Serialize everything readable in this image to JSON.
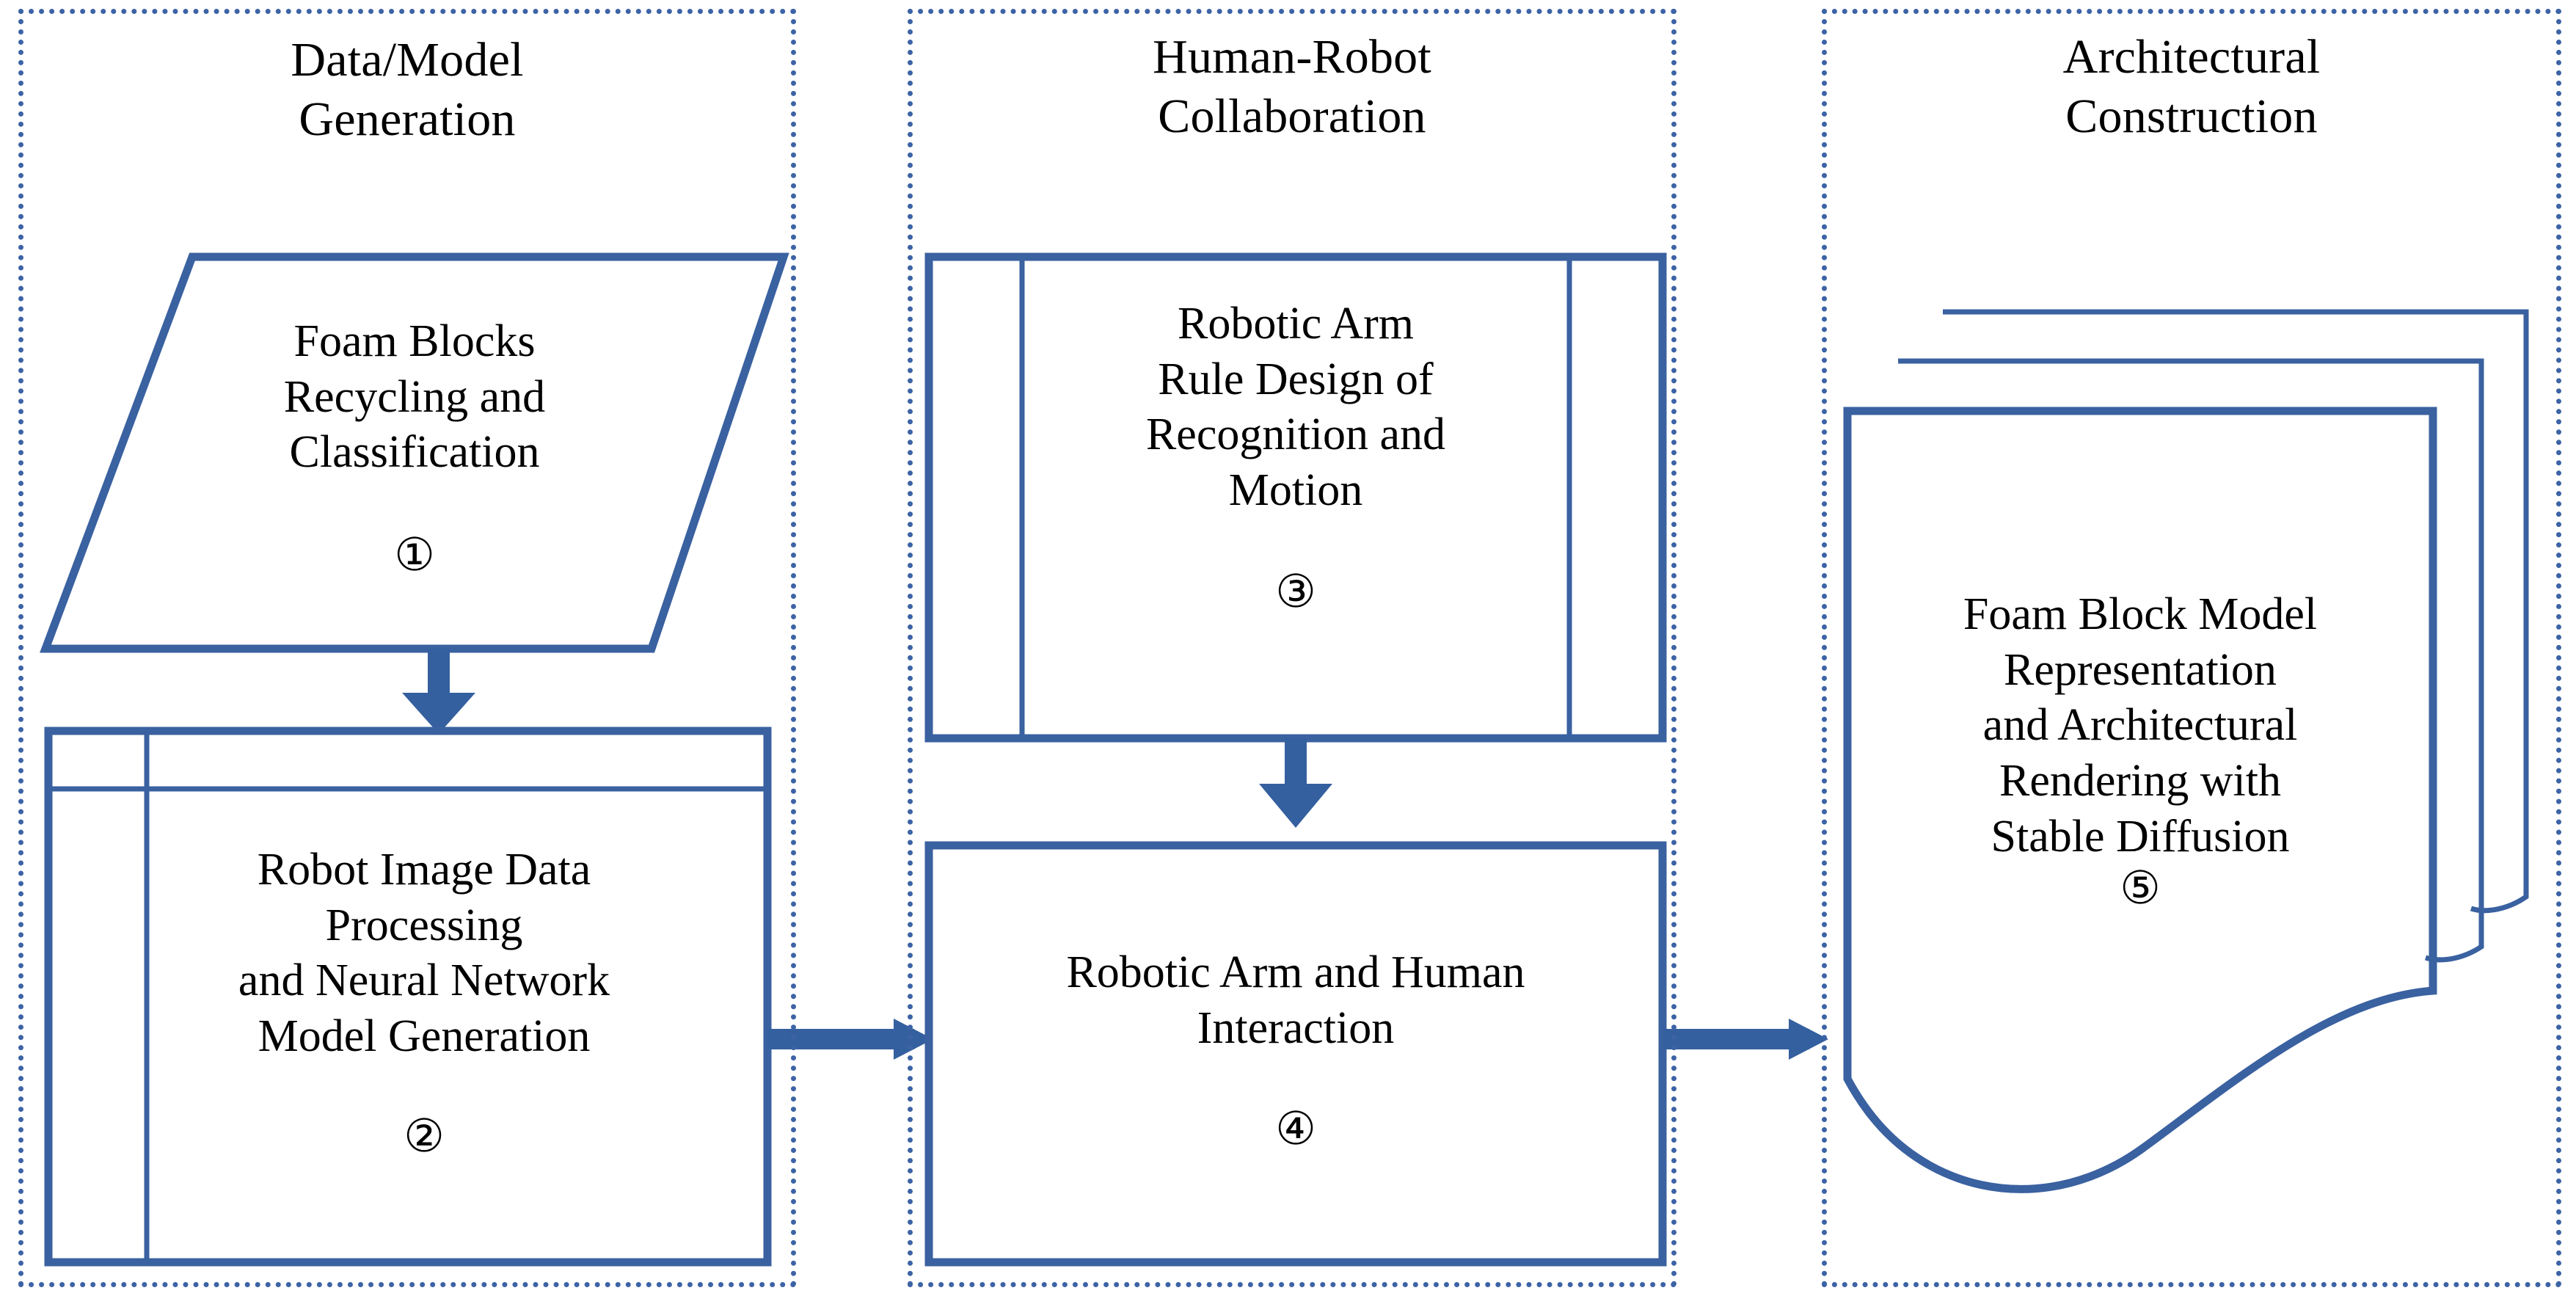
{
  "diagram": {
    "title": "Foam block robotic construction workflow",
    "accent_color": "#3a61a0",
    "panel_border_color": "#3c63a5",
    "text_color": "#000000",
    "background": "#ffffff"
  },
  "panels": [
    {
      "id": "data-model-generation",
      "title": "Data/Model\nGeneration"
    },
    {
      "id": "human-robot-collaboration",
      "title": "Human-Robot\nCollaboration"
    },
    {
      "id": "architectural-construction",
      "title": "Architectural\nConstruction"
    }
  ],
  "nodes": [
    {
      "id": "foam-blocks-recycling",
      "shape": "parallelogram",
      "label": "Foam Blocks\nRecycling and\nClassification",
      "number": "①",
      "panel": "data-model-generation"
    },
    {
      "id": "robot-image-data-processing",
      "shape": "table",
      "label": "Robot Image Data\nProcessing\nand Neural Network\nModel Generation",
      "number": "②",
      "panel": "data-model-generation"
    },
    {
      "id": "robotic-arm-rule-design",
      "shape": "process",
      "label": "Robotic Arm\nRule Design of\nRecognition and\nMotion",
      "number": "③",
      "panel": "human-robot-collaboration"
    },
    {
      "id": "robotic-arm-human-interaction",
      "shape": "rectangle",
      "label": "Robotic Arm and Human\nInteraction",
      "number": "④",
      "panel": "human-robot-collaboration"
    },
    {
      "id": "foam-block-model-representation",
      "shape": "multi-document",
      "label": "Foam Block Model\nRepresentation\nand Architectural\nRendering with\nStable Diffusion",
      "number": "⑤",
      "panel": "architectural-construction"
    }
  ],
  "connectors": [
    {
      "id": "arrow-1-to-2",
      "from": "foam-blocks-recycling",
      "to": "robot-image-data-processing",
      "direction": "down"
    },
    {
      "id": "arrow-2-to-4",
      "from": "robot-image-data-processing",
      "to": "robotic-arm-human-interaction",
      "direction": "right"
    },
    {
      "id": "arrow-3-to-4",
      "from": "robotic-arm-rule-design",
      "to": "robotic-arm-human-interaction",
      "direction": "down"
    },
    {
      "id": "arrow-4-to-5",
      "from": "robotic-arm-human-interaction",
      "to": "foam-block-model-representation",
      "direction": "right"
    }
  ]
}
